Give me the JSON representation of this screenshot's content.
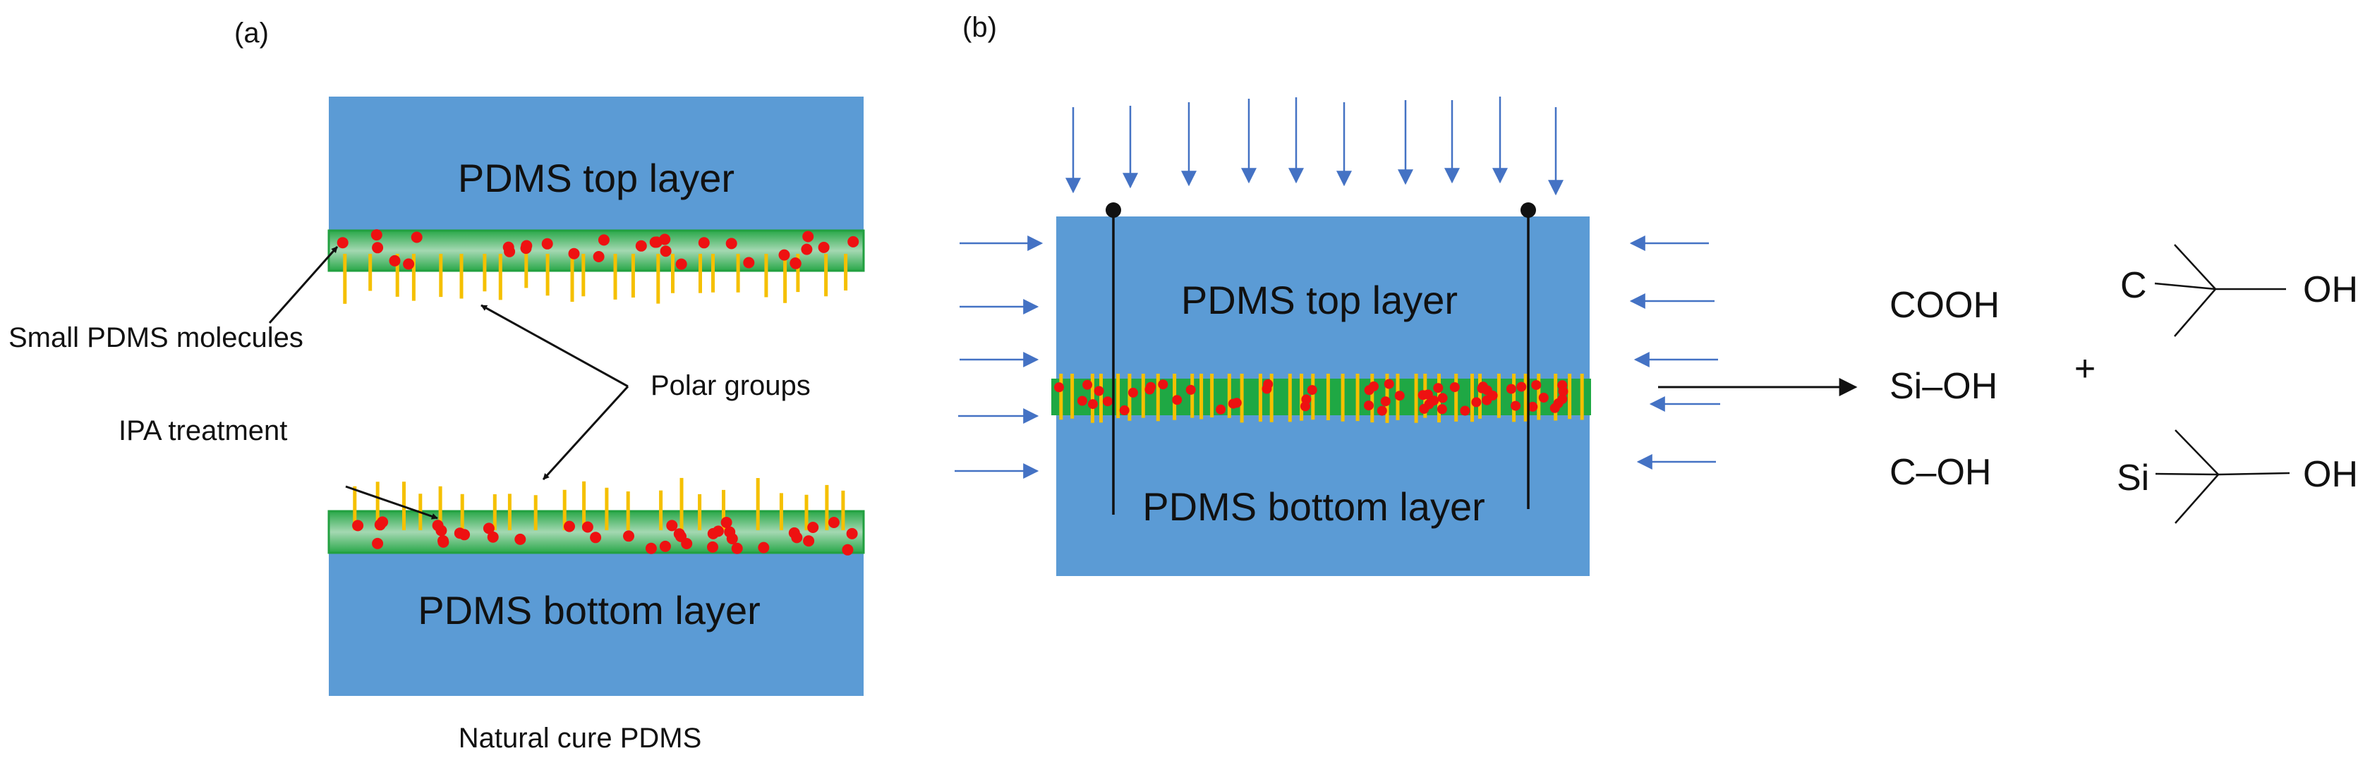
{
  "panel_a": {
    "label": "(a)",
    "top_layer": "PDMS top layer",
    "bottom_layer": "PDMS bottom layer",
    "small_molecules": "Small PDMS molecules",
    "polar_groups": "Polar groups",
    "ipa_treatment": "IPA treatment",
    "caption": "Natural cure PDMS"
  },
  "panel_b": {
    "label": "(b)",
    "top_layer": "PDMS top layer",
    "bottom_layer": "PDMS bottom layer"
  },
  "chemistry": {
    "groups": [
      "COOH",
      "Si–OH",
      "C–OH"
    ],
    "plus": "+",
    "struct1_left": "C",
    "struct1_right": "OH",
    "struct2_left": "Si",
    "struct2_right": "OH"
  },
  "colors": {
    "pdms_block": "#5b9bd5",
    "interface_green": "#1fa844",
    "molecule_red": "#ee1111",
    "polar_group_yellow": "#f5c000",
    "pressure_arrow": "#4472c4"
  }
}
